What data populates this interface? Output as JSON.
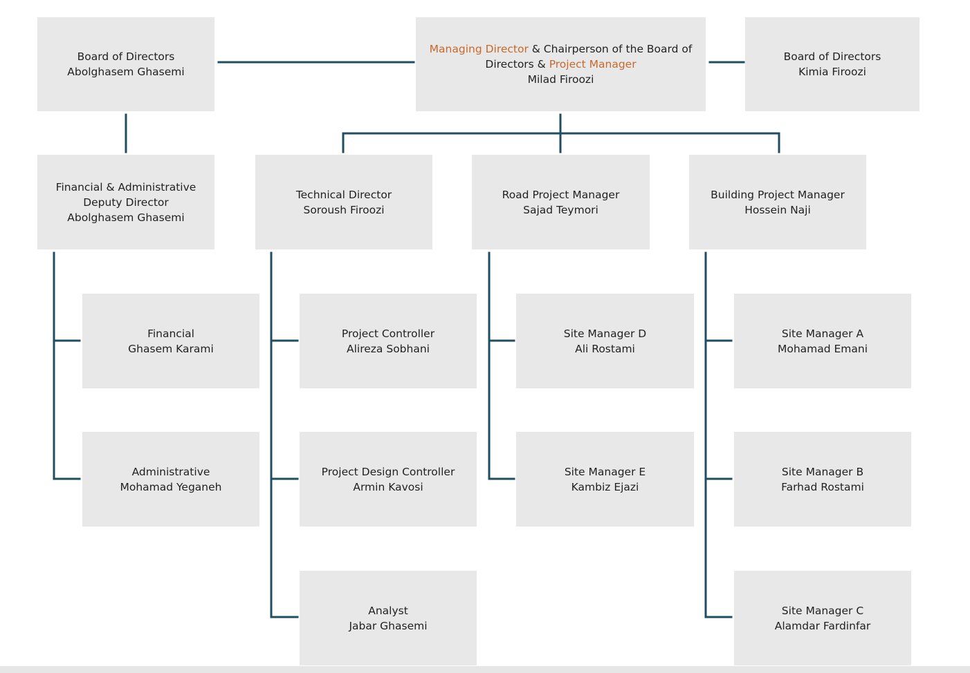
{
  "colors": {
    "box_fill": "#e8e8e8",
    "connector": "#1f4e63",
    "text": "#222222",
    "highlight": "#c8692b"
  },
  "nodes": {
    "board_left": {
      "title": "Board of Directors",
      "name": "Abolghasem  Ghasemi"
    },
    "managing_director": {
      "role_a": "Managing Director",
      "role_b": " & Chairperson  of the Board of",
      "role_c": "Directors & ",
      "role_d": "Project Manager",
      "name": "Milad Firoozi"
    },
    "board_right": {
      "title": "Board of Directors",
      "name": "Kimia Firoozi"
    },
    "fin_admin_deputy": {
      "title_1": "Financial & Administrative",
      "title_2": "Deputy Director",
      "name": "Abolghasem  Ghasemi"
    },
    "technical_director": {
      "title": "Technical  Director",
      "name": "Soroush  Firoozi"
    },
    "road_pm": {
      "title": "Road Project Manager",
      "name": "Sajad Teymori"
    },
    "building_pm": {
      "title": "Building  Project Manager",
      "name": "Hossein  Naji"
    },
    "financial": {
      "title": "Financial",
      "name": "Ghasem Karami"
    },
    "administrative": {
      "title": "Administrative",
      "name": "Mohamad  Yeganeh"
    },
    "project_controller": {
      "title": "Project Controller",
      "name": "Alireza Sobhani"
    },
    "design_controller": {
      "title": "Project Design Controller",
      "name": "Armin Kavosi"
    },
    "analyst": {
      "title": "Analyst",
      "name": "Jabar Ghasemi"
    },
    "site_d": {
      "title": "Site Manager D",
      "name": "Ali Rostami"
    },
    "site_e": {
      "title": "Site Manager E",
      "name": "Kambiz Ejazi"
    },
    "site_a": {
      "title": "Site Manager A",
      "name": "Mohamad  Emani"
    },
    "site_b": {
      "title": "Site Manager B",
      "name": "Farhad Rostami"
    },
    "site_c": {
      "title": "Site Manager C",
      "name": "Alamdar  Fardinfar"
    }
  }
}
